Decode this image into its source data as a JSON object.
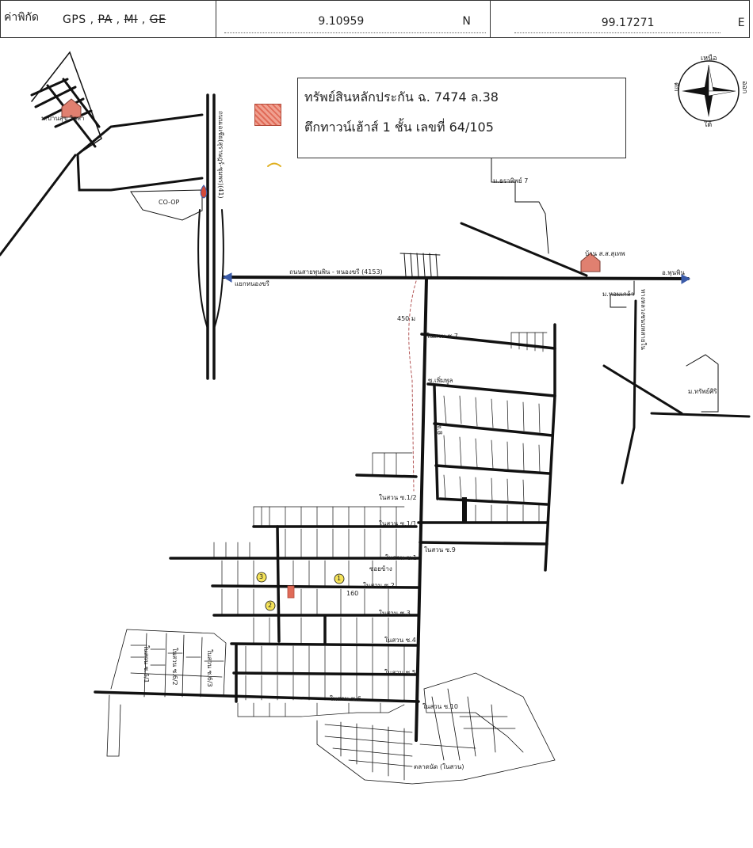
{
  "header": {
    "label": "ค่าพิกัด",
    "gps": "GPS",
    "sep1": ",",
    "pa": "PA",
    "sep2": ",",
    "mi": "MI",
    "sep3": ",",
    "ge": "GE",
    "latitude": "9.10959",
    "lat_dir": "N",
    "longitude": "99.17271",
    "lon_dir": "E"
  },
  "legend": {
    "line1": "ทรัพย์สินหลักประกัน ฉ. 7474 ล.38",
    "line2": "ตึกทาวน์เฮ้าส์ 1 ชั้น เลขที่ 64/105"
  },
  "compass": {
    "north": "เหนือ",
    "south": "ใต้",
    "east": "ออก",
    "west": "ตก"
  },
  "labels": {
    "village_baan": "ม.บ้านสุข วิลล่า",
    "coop": "CO-OP",
    "hwy41": "ถนนเอเชีย(สุราษฎร์-ชุมพร)(41)",
    "village_thara": "ม.ธราทิพย์ 7",
    "road_4153": "ถนนสายพุนพิน - หนองขรี (4153)",
    "junction": "แยกหนองขรี",
    "house_ss": "บ้าน ส.ส.สุเทพ",
    "to_punpin": "อ.พุนพิน",
    "village_hom": "ม.หอมเกล้า",
    "road_right": "ทางหลวงชนบทสายใน",
    "distance": "450 ม",
    "village_sap": "ม.ทรัพย์ศิริ",
    "soi7": "ในสวน ซ.7",
    "soi_phoemphun": "ซ.เพิ่มพูล",
    "soi8": "ซ.8",
    "soi_1_2": "ในสวน ซ.1/2",
    "soi_1_1": "ในสวน ซ.1/1",
    "soi9": "ในสวน ซ.9",
    "soi1": "ในสวน ซ.1",
    "phiang": "ซอยข้าง",
    "soi2": "ในสวน ซ.2",
    "dist160": "160",
    "soi3": "ในสวน ซ.3",
    "soi4": "ในสวน ซ.4",
    "soi5": "ในสวน ซ.5",
    "soi6": "ในสวน ซ.6",
    "soi10": "ในสวน ซ.10",
    "market": "ตลาดนัด (ในสวน)",
    "soi6_1": "ในสวน ซ.6/1",
    "soi6_2": "ในสวน ซ.6/2",
    "soi6_3": "ในสวน ซ.6/3",
    "m1": "1",
    "m2": "2",
    "m3": "3"
  }
}
